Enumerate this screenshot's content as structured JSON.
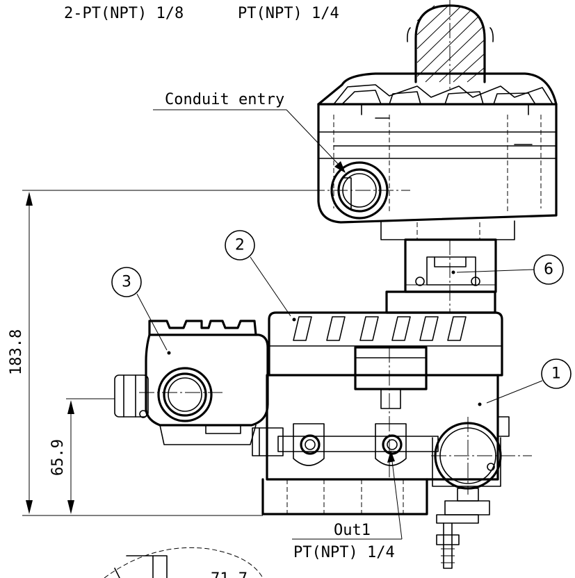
{
  "labels": {
    "top_left": "2-PT(NPT) 1/8",
    "top_right": "PT(NPT) 1/4",
    "conduit": "Conduit entry",
    "out1": "Out1",
    "out1_thread": "PT(NPT) 1/4",
    "bottom_dim": "71.7"
  },
  "dimensions": {
    "overall_height": "183.8",
    "port_height": "65.9"
  },
  "callouts": [
    "1",
    "2",
    "3",
    "6"
  ]
}
